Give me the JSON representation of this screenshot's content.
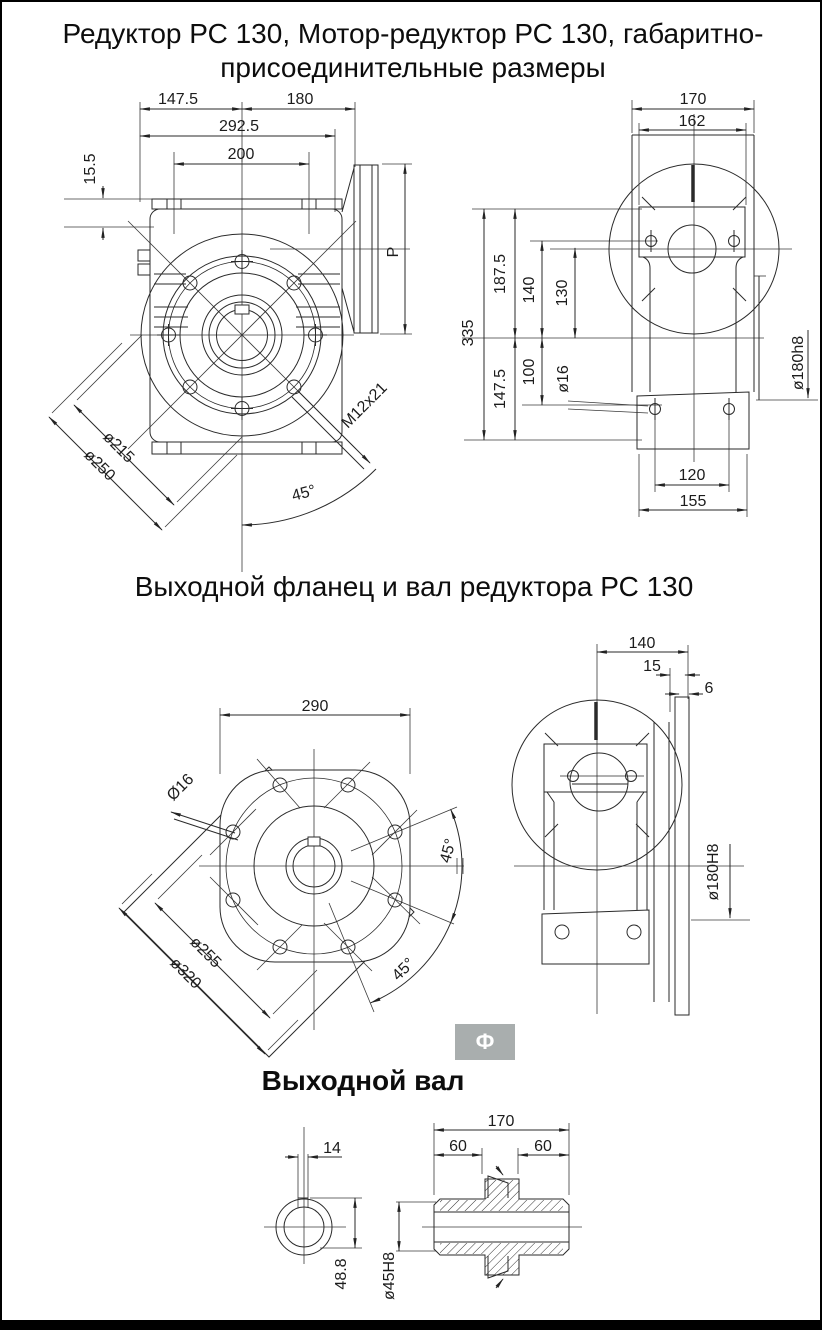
{
  "titles": {
    "main_line1": "Редуктор РС 130, Мотор-редуктор РС 130, габаритно-",
    "main_line2": "присоединительные размеры",
    "flange_section": "Выходной фланец и вал редуктора РС 130",
    "shaft_section": "Выходной вал"
  },
  "logo": {
    "label": "Ф",
    "bg_color": "#a9aeae"
  },
  "gearbox_front": {
    "width_left": "147.5",
    "width_right": "180",
    "width_total": "292.5",
    "foot_bolt_spacing": "200",
    "foot_thickness": "15.5",
    "motor_flange_height": "P",
    "bolt_circle_dia": "ø215",
    "flange_dia": "ø250",
    "mount_thread": "M12x21",
    "hole_angle": "45°"
  },
  "gearbox_side": {
    "body_width": "170",
    "flange_width": "162",
    "height_total": "335",
    "height_upper": "187.5",
    "height_lower": "147.5",
    "upper_hole_height": "140",
    "input_axis_height": "130",
    "lower_hole_height": "100",
    "hole_dia": "ø16",
    "spigot_dia": "ø180h8",
    "foot_bolt_spacing": "120",
    "foot_width": "155"
  },
  "flange_front": {
    "square_width": "290",
    "hole_dia": "Ø16",
    "hole_angle_upper": "45°",
    "hole_angle_lower": "45°",
    "bolt_circle_dia": "ø255",
    "corner_dia": "ø320"
  },
  "flange_side": {
    "depth": "140",
    "flange_offset": "15",
    "flange_thickness": "6",
    "spigot_dia": "ø180H8"
  },
  "shaft_end": {
    "keyway_width": "14",
    "keyway_depth": "48.8"
  },
  "shaft_section": {
    "length_total": "170",
    "key_length_left": "60",
    "key_length_right": "60",
    "bore_dia": "ø45H8"
  }
}
